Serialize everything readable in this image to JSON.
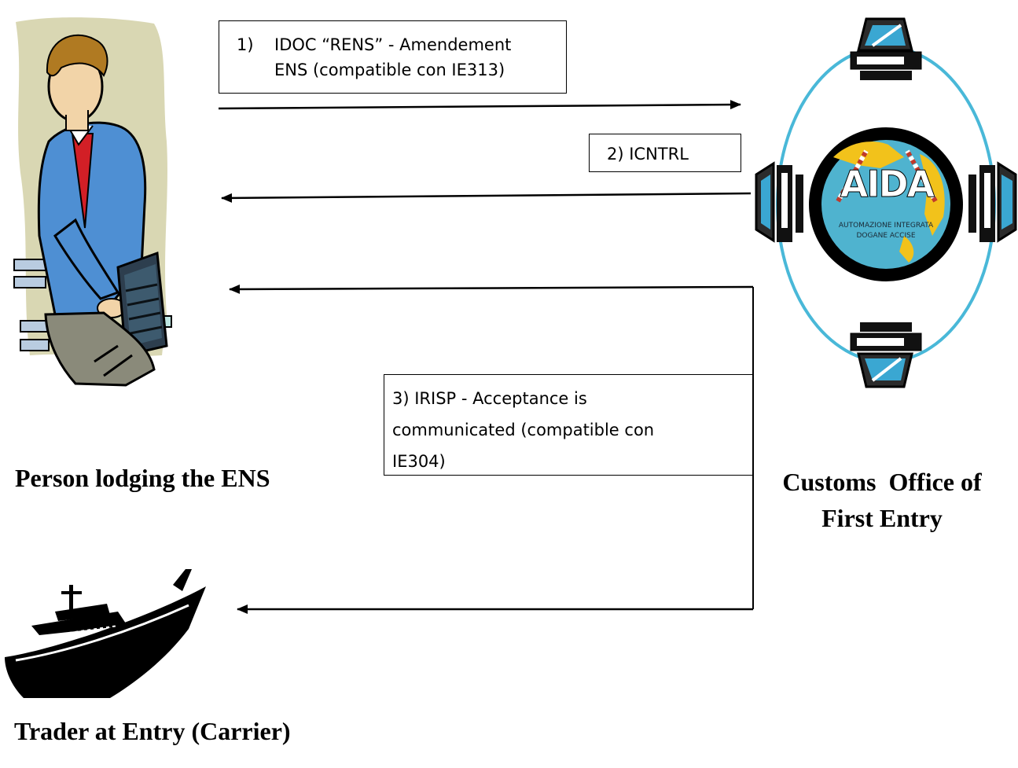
{
  "actors": {
    "person": {
      "label": "Person lodging the ENS"
    },
    "customs": {
      "label_line1": "Customs  Office of",
      "label_line2": "First Entry"
    },
    "trader": {
      "label": "Trader at Entry (Carrier)"
    }
  },
  "logo": {
    "letters": "AIDA",
    "text_line1": "AUTOMAZIONE INTEGRATA",
    "text_line2": "DOGANE ACCISE"
  },
  "messages": [
    {
      "number": "1)",
      "line1": "IDOC “RENS”  -  Amendement",
      "line2": "ENS (compatible con IE313)"
    },
    {
      "text": "2) ICNTRL"
    },
    {
      "line1": "3) IRISP  -  Acceptance is",
      "line2": "communicated  (compatible con",
      "line3": "IE304)"
    }
  ],
  "colors": {
    "ring": "#49b8d8",
    "logo_sea": "#4fb3cf",
    "logo_land": "#f2c21b",
    "shirt": "#4e8fd3",
    "tie": "#d21f26",
    "backdrop": "#d9d7b3"
  }
}
